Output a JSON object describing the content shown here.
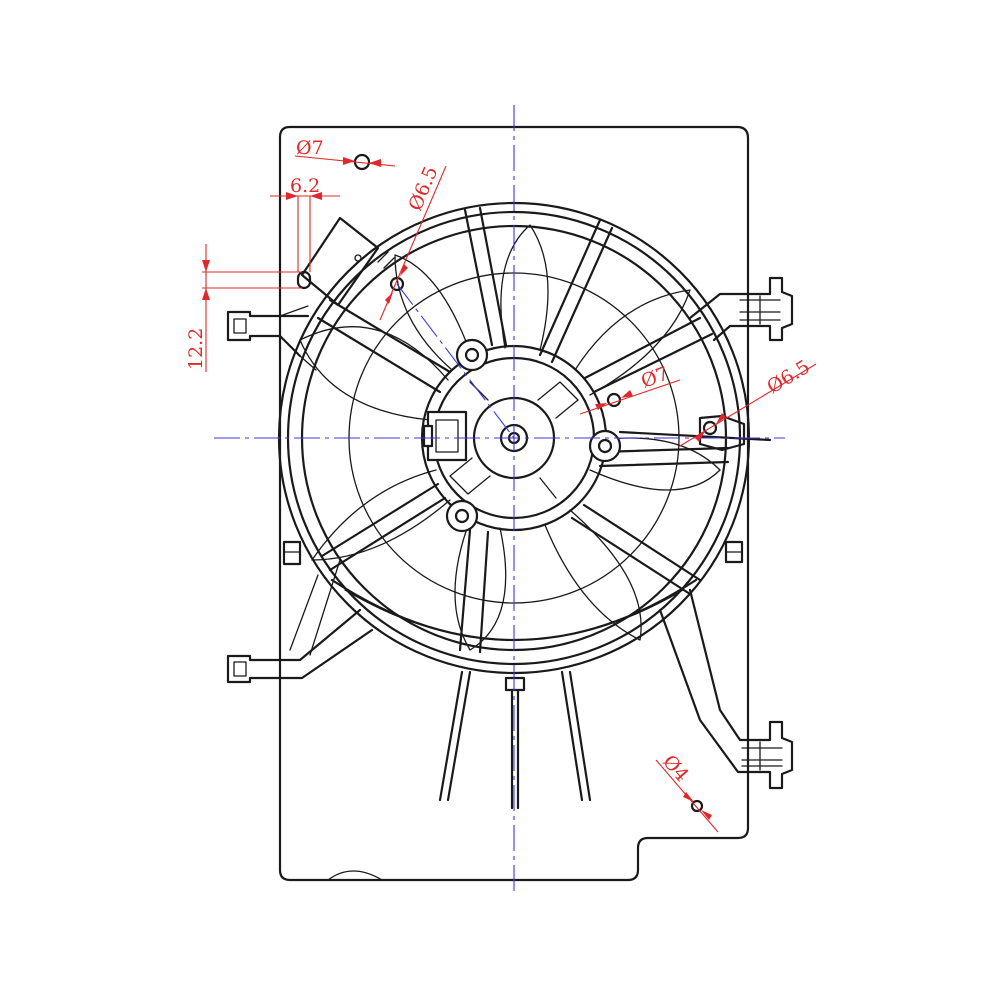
{
  "colors": {
    "outline": "#1a1a1a",
    "centerline": "#3a3adf",
    "dimension": "#e0282a",
    "background": "#ffffff"
  },
  "dimensions": {
    "hole_top_left": "Ø7",
    "slot_width": "6.2",
    "slot_height": "12.2",
    "motor_mount_hole_upper": "Ø6.5",
    "motor_mount_hole_right": "Ø7",
    "bracket_hole_right": "Ø6.5",
    "small_hole_bottom": "Ø4"
  }
}
